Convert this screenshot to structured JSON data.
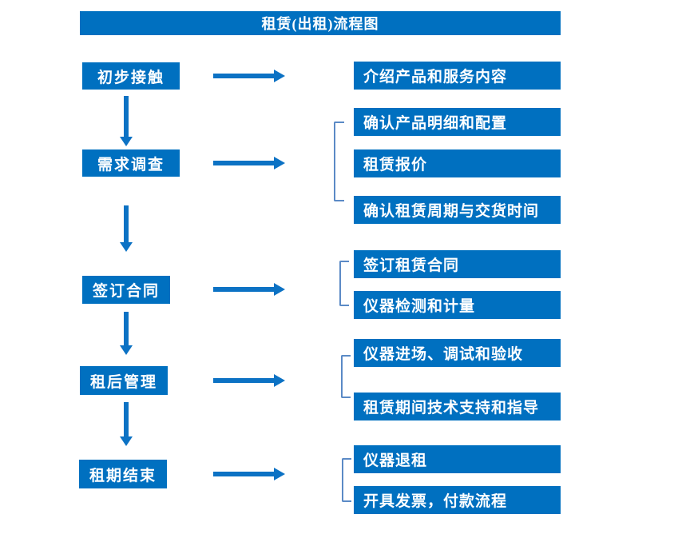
{
  "title": "租赁(出租)流程图",
  "colors": {
    "box_blue": "#0070C0",
    "arrow_blue": "#0C72C4",
    "bracket_blue": "#5B8AC6",
    "text_white": "#FFFFFF"
  },
  "steps": [
    {
      "label": "初步接触",
      "details": [
        "介绍产品和服务内容"
      ]
    },
    {
      "label": "需求调查",
      "details": [
        "确认产品明细和配置",
        "租赁报价",
        "确认租赁周期与交货时间"
      ]
    },
    {
      "label": "签订合同",
      "details": [
        "签订租赁合同",
        "仪器检测和计量"
      ]
    },
    {
      "label": "租后管理",
      "details": [
        "仪器进场、调试和验收",
        "租赁期间技术支持和指导"
      ]
    },
    {
      "label": "租期结束",
      "details": [
        "仪器退租",
        "开具发票，付款流程"
      ]
    }
  ]
}
